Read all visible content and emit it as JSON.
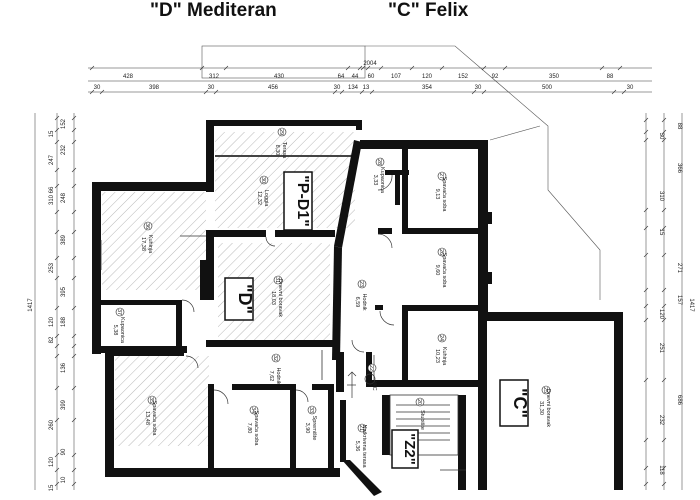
{
  "titles": {
    "left": "\"D\" Mediteran",
    "right": "\"C\" Felix"
  },
  "units": {
    "pd1": "\"P-D1\"",
    "d": "\"D\"",
    "c": "\"C\"",
    "z2": "\"Z2\""
  },
  "dimensions": {
    "top_total": "2004",
    "top_row1": [
      "428",
      "312",
      "430",
      "64",
      "44",
      "60",
      "107",
      "120",
      "152",
      "92",
      "350",
      "88"
    ],
    "top_row2": [
      "30",
      "398",
      "30",
      "456",
      "30",
      "134",
      "13",
      "354",
      "30",
      "500",
      "30"
    ],
    "left_side": [
      "152",
      "15",
      "232",
      "247",
      "248",
      "66",
      "310",
      "389",
      "253",
      "395",
      "188",
      "120",
      "82",
      "136",
      "399",
      "260",
      "90",
      "120",
      "10",
      "15"
    ],
    "left_total": "1417",
    "right_side": [
      "88",
      "30",
      "366",
      "310",
      "15",
      "271",
      "157",
      "120",
      "251",
      "686",
      "232",
      "118"
    ],
    "right_total": "1417"
  },
  "rooms": [
    {
      "num": "29",
      "name": "Terasa",
      "area": "8,30"
    },
    {
      "num": "30",
      "name": "Loggia",
      "area": "12,32"
    },
    {
      "num": "28",
      "name": "Kupaonica",
      "area": "3,33"
    },
    {
      "num": "27",
      "name": "Spavaća soba",
      "area": "9,13"
    },
    {
      "num": "36",
      "name": "Kuhinja",
      "area": "17,38"
    },
    {
      "num": "31",
      "name": "Dnevni boravak",
      "area": "18,03"
    },
    {
      "num": "26",
      "name": "Spavaća soba",
      "area": "9,60"
    },
    {
      "num": "23",
      "name": "Hodnik",
      "area": "6,59"
    },
    {
      "num": "37",
      "name": "Kupaonica",
      "area": "5,38"
    },
    {
      "num": "24",
      "name": "Kuhinja",
      "area": "10,23"
    },
    {
      "num": "32",
      "name": "Hodnik",
      "area": "7,62"
    },
    {
      "num": "22",
      "name": "WC",
      "area": ""
    },
    {
      "num": "25",
      "name": "Dnevni boravak",
      "area": "31,30"
    },
    {
      "num": "35",
      "name": "Spavaća soba",
      "area": "13,48"
    },
    {
      "num": "34",
      "name": "Spavaća soba",
      "area": "7,80"
    },
    {
      "num": "33",
      "name": "Spremište",
      "area": "3,90"
    },
    {
      "num": "21",
      "name": "Natkrivena terasa",
      "area": "5,36"
    },
    {
      "num": "20",
      "name": "Stubište",
      "area": ""
    }
  ]
}
